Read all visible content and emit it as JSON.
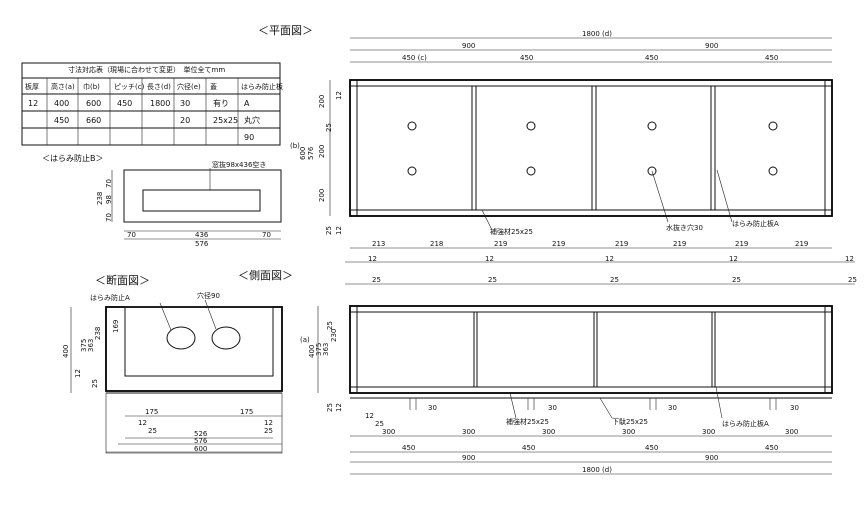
{
  "titles": {
    "plan": "＜平面図＞",
    "section": "＜断面図＞",
    "side": "＜側面図＞",
    "hb": "＜はらみ防止B＞"
  },
  "spec": {
    "caption": "寸法対応表（現場に合わせて変更）　単位全てmm",
    "headers": [
      "板厚",
      "高さ(a)",
      "巾(b)",
      "ピッチ(c)",
      "長さ(d)",
      "穴径(e)",
      "蓋",
      "はらみ防止板"
    ],
    "rows": [
      [
        "12",
        "400",
        "600",
        "450",
        "1800",
        "30",
        "有り",
        "A"
      ],
      [
        "",
        "450",
        "660",
        "",
        "",
        "20",
        "25x25",
        "丸穴"
      ],
      [
        "",
        "",
        "",
        "",
        "",
        "",
        "",
        "90"
      ]
    ]
  },
  "notes": {
    "window": "窓抜98x436空き",
    "baffle_a": "はらみ防止A",
    "hole": "穴径90",
    "stiffener": "補強材25x25",
    "drain": "水抜き穴30",
    "baffle_plate_a": "はらみ防止板A",
    "stiffener_b": "補強材25x25",
    "bottom_rail": "下駄25x25",
    "baffle_plate_a2": "はらみ防止板A"
  },
  "dims": {
    "d1800": "1800 (d)",
    "d900": "900",
    "d450c": "450 (c)",
    "d450": "450",
    "d200": "200",
    "d25": "25",
    "d12": "12",
    "d600": "600",
    "d576": "576",
    "db": "(b)",
    "da": "(a)",
    "d213": "213",
    "d218": "218",
    "d219": "219",
    "d238": "238",
    "d70": "70",
    "d98": "98",
    "d436": "436",
    "d400": "400",
    "d375": "375",
    "d363": "363",
    "d169": "169",
    "d175": "175",
    "d526": "526",
    "d300": "300",
    "d30": "30",
    "d230": "230"
  }
}
